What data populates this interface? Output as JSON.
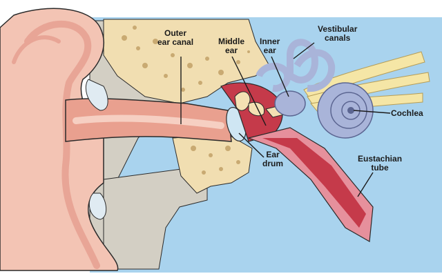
{
  "labels": {
    "outer_ear_canal": [
      "Outer",
      "ear canal"
    ],
    "middle_ear": [
      "Middle",
      "ear"
    ],
    "inner_ear": [
      "Inner",
      "ear"
    ],
    "vestibular_canals": [
      "Vestibular",
      "canals"
    ],
    "cochlea": [
      "Cochlea"
    ],
    "ear_drum": [
      "Ear",
      "drum"
    ],
    "eustachian_tube": [
      "Eustachian",
      "tube"
    ]
  },
  "colors": {
    "background": "#a9d3ee",
    "skin": "#f3c4b4",
    "skin_shadow": "#e8a596",
    "canal_pink": "#e9a08f",
    "bone": "#f1deb1",
    "bone_spots": "#c9aa72",
    "gray_bone": "#d3cfc4",
    "middle_ear_red": "#c53a4a",
    "inner_ear_blue": "#a9b4d9",
    "inner_ear_stroke": "#5b6591",
    "nerve": "#f5e6a6",
    "outline": "#2a2a2a"
  }
}
